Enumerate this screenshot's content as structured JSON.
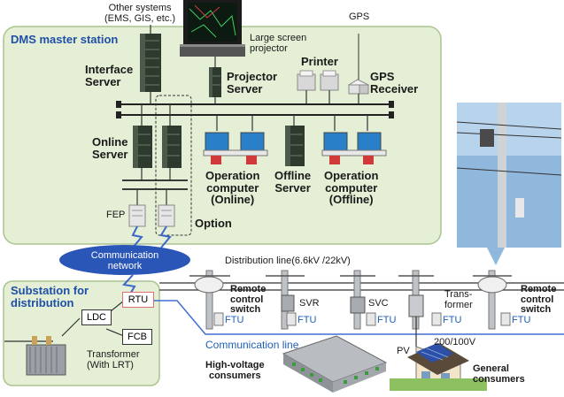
{
  "colors": {
    "panel_fill": "#e4efd6",
    "panel_border": "#a9c48f",
    "title_blue": "#1f4fa8",
    "network_oval": "#2a56b8",
    "ftu_blue": "#1f5fb8",
    "comm_line": "#3f6fd0",
    "server_dark": "#2f3a2f",
    "rtu_border": "#e07070"
  },
  "labels": {
    "dms_title": "DMS master station",
    "other_systems": "Other systems\n(EMS, GIS, etc.)",
    "interface_server": "Interface\nServer",
    "large_screen_projector": "Large screen\nprojector",
    "projector_server": "Projector\nServer",
    "printer": "Printer",
    "gps": "GPS",
    "gps_receiver": "GPS\nReceiver",
    "online_server": "Online\nServer",
    "operation_online": "Operation\ncomputer\n(Online)",
    "offline_server": "Offline\nServer",
    "operation_offline": "Operation\ncomputer\n(Offline)",
    "fep": "FEP",
    "option": "Option",
    "communication_network": "Communication\nnetwork",
    "distribution_line": "Distribution line(6.6kV /22kV)",
    "substation_title": "Substation for\ndistribution",
    "rtu": "RTU",
    "ldc": "LDC",
    "fcb": "FCB",
    "transformer_lrt": "Transformer\n(With LRT)",
    "remote_control_switch_1": "Remote\ncontrol\nswitch",
    "svr": "SVR",
    "svc": "SVC",
    "transformer_pole": "Trans-\nformer",
    "remote_control_switch_2": "Remote\ncontrol\nswitch",
    "ftu": "FTU",
    "communication_line": "Communication line",
    "voltage_low": "200/100V",
    "pv": "PV",
    "high_voltage_consumers": "High-voltage\nconsumers",
    "general_consumers": "General\nconsumers"
  }
}
